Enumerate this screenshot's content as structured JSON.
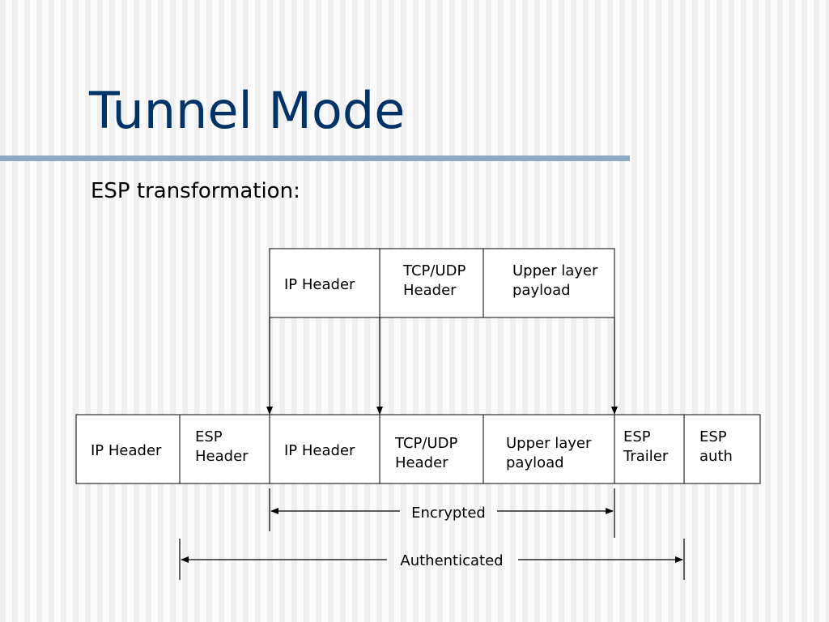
{
  "slide": {
    "title": "Tunnel Mode",
    "subtitle": "ESP transformation:"
  },
  "original_packet": {
    "cells": [
      [
        "IP Header"
      ],
      [
        "TCP/UDP",
        "Header"
      ],
      [
        "Upper layer",
        "payload"
      ]
    ]
  },
  "esp_packet": {
    "cells": [
      [
        "IP Header"
      ],
      [
        "ESP",
        "Header"
      ],
      [
        "IP Header"
      ],
      [
        "TCP/UDP",
        "Header"
      ],
      [
        "Upper layer",
        "payload"
      ],
      [
        "ESP",
        "Trailer"
      ],
      [
        "ESP",
        "auth"
      ]
    ]
  },
  "ranges": {
    "encrypted": "Encrypted",
    "authenticated": "Authenticated"
  }
}
